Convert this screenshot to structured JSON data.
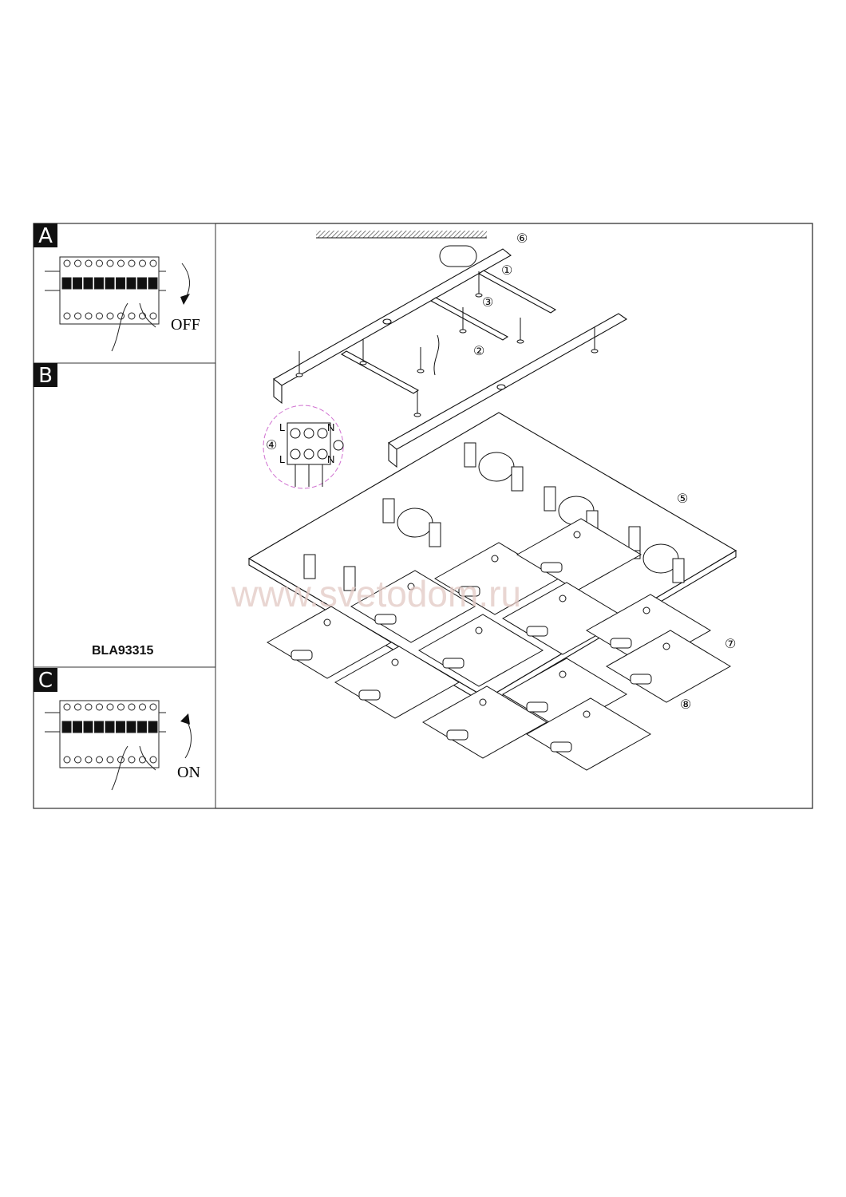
{
  "panels": {
    "a": {
      "label": "A",
      "action": "OFF"
    },
    "b": {
      "label": "B"
    },
    "c": {
      "label": "C",
      "action": "ON"
    }
  },
  "model_code": "BLA93315",
  "steps": [
    "①",
    "②",
    "③",
    "④",
    "⑤",
    "⑥",
    "⑦",
    "⑧"
  ],
  "wiring": {
    "live_top": "L",
    "live_bottom": "L",
    "neutral_top": "N",
    "neutral_bottom": "N"
  },
  "watermark": "www.svetodom.ru",
  "colors": {
    "line": "#111111",
    "wiring_circle": "#d070d0",
    "watermark": "#e2c9c4"
  }
}
